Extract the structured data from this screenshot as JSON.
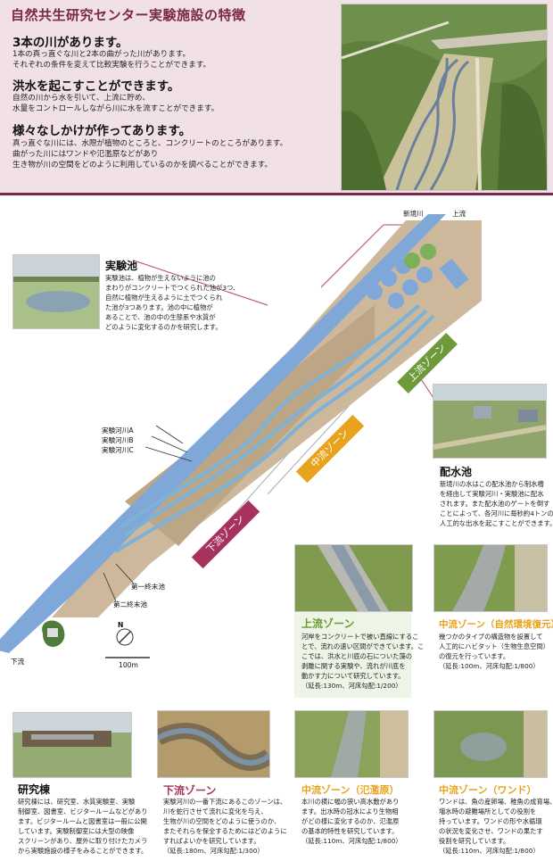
{
  "header": {
    "title": "自然共生研究センター実験施設の特徴",
    "sections": [
      {
        "heading": "3本の川があります。",
        "lines": [
          "1本の真っ直ぐな川と2本の曲がった川があります。",
          "それぞれの条件を変えて比較実験を行うことができます。"
        ]
      },
      {
        "heading": "洪水を起こすことができます。",
        "lines": [
          "自然の川から水を引いて、上流に貯め、",
          "水量をコントロールしながら川に水を流すことができます。"
        ]
      },
      {
        "heading": "様々なしかけが作ってあります。",
        "lines": [
          "真っ直ぐな川には、水際が植物のところと、コンクリートのところがあります。",
          "曲がった川にはワンドや氾濫原などがあり",
          "生き物が川の空間をどのように利用しているのかを調べることができます。"
        ]
      }
    ]
  },
  "map": {
    "river_name": "新境川",
    "upstream": "上流",
    "downstream": "下流",
    "channels": [
      "実験河川A",
      "実験河川B",
      "実験河川C"
    ],
    "end_pond_1": "第一終末池",
    "end_pond_2": "第二終末池",
    "scale": "100m",
    "north": "N",
    "zones": {
      "upper": "上流ゾーン",
      "middle": "中流ゾーン",
      "lower": "下流ゾーン"
    }
  },
  "callouts": {
    "pond": {
      "title": "実験池",
      "lines": [
        "実験池は、植物が生えないように池の",
        "まわりがコンクリートでつくられた池が3つ、",
        "自然に植物が生えるように土でつくられ",
        "た池が3つあります。池の中に植物が",
        "あることで、池の中の生態系や水質が",
        "どのように変化するのかを研究します。"
      ]
    },
    "distribution": {
      "title": "配水池",
      "lines": [
        "新境川の水はこの配水池から制水槽",
        "を経由して実験河川・実験池に配水",
        "されます。また配水池のゲートを倒す",
        "ことによって、各河川に毎秒約4トンの",
        "人工的な出水を起こすことができます。"
      ]
    }
  },
  "zones_detail": [
    {
      "title": "上流ゾーン",
      "lines": [
        "河岸をコンクリートで被い直線にするこ",
        "とで、流れの速い区間ができています。こ",
        "こでは、洪水と川底の石についた藻の",
        "剥離に関する実験や、流れが川底を",
        "動かす力について研究しています。",
        "（延長:130m、河床勾配:1/200）"
      ]
    },
    {
      "title": "中流ゾーン（自然環境復元）",
      "lines": [
        "幾つかのタイプの構造物を設置して",
        "人工的にハビタット（生物生息空間）",
        "の復元を行っています。",
        "（延長:100m、河床勾配:1/800）"
      ]
    }
  ],
  "bottom": [
    {
      "title": "研究棟",
      "lines": [
        "研究棟には、研究室、水質実験室、実験",
        "制御室、図書室、ビジタールームなどがあり",
        "ます。ビジタールームと図書室は一般に公開",
        "しています。実験制御室には大型の映像",
        "スクリーンがあり、屋外に取り付けたカメラ",
        "から実験施設の様子をみることができます。"
      ]
    },
    {
      "title": "下流ゾーン",
      "lines": [
        "実験河川の一番下流にあるこのゾーンは、",
        "川を蛇行させて流れに変化を与え、",
        "生物が川の空間をどのように使うのか、",
        "またそれらを保全するためにはどのように",
        "すればよいかを研究しています。",
        "（延長:180m、河床勾配:1/300）"
      ]
    },
    {
      "title": "中流ゾーン（氾濫原）",
      "lines": [
        "本川の横に幅の狭い高水敷があり",
        "ます。出水時の冠水により生物相",
        "がどの様に変化するのか、氾濫原",
        "の基本的特性を研究しています。",
        "（延長:110m、河床勾配:1/800）"
      ]
    },
    {
      "title": "中流ゾーン（ワンド）",
      "lines": [
        "ワンドは、魚の産卵場、稚魚の成育場、",
        "増水時の避難場所としての役割を",
        "持っています。ワンドの形や水循環",
        "の状況を変化させ、ワンドの果たす",
        "役割を研究しています。",
        "（延長:110m、河床勾配:1/800）"
      ]
    }
  ],
  "colors": {
    "accent": "#7a2748",
    "upper_zone": "#6e9a3a",
    "middle_zone": "#e8a21c",
    "lower_zone": "#a8325e",
    "river": "#7fa8d8"
  }
}
